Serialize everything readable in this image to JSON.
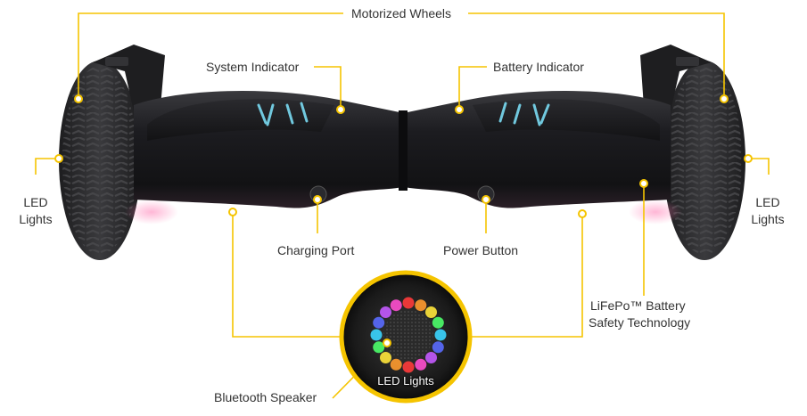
{
  "labels": {
    "motorized_wheels": "Motorized Wheels",
    "system_indicator": "System Indicator",
    "battery_indicator": "Battery Indicator",
    "led_lights_left": [
      "LED",
      "Lights"
    ],
    "led_lights_right": [
      "LED",
      "Lights"
    ],
    "charging_port": "Charging Port",
    "power_button": "Power Button",
    "battery_tech": [
      "LiFePo™ Battery",
      "Safety Technology"
    ],
    "bluetooth_speaker": "Bluetooth Speaker",
    "led_inset": "LED Lights"
  },
  "colors": {
    "callout_line": "#f5c400",
    "board_body": "#1a1a1c",
    "tire": "#2a2a2c",
    "text": "#333333",
    "led_ring": [
      "#ff3b3b",
      "#ff9b2f",
      "#ffe53b",
      "#4cff6a",
      "#3bd5ff",
      "#5a6bff",
      "#c45aff",
      "#ff4fd0"
    ]
  }
}
